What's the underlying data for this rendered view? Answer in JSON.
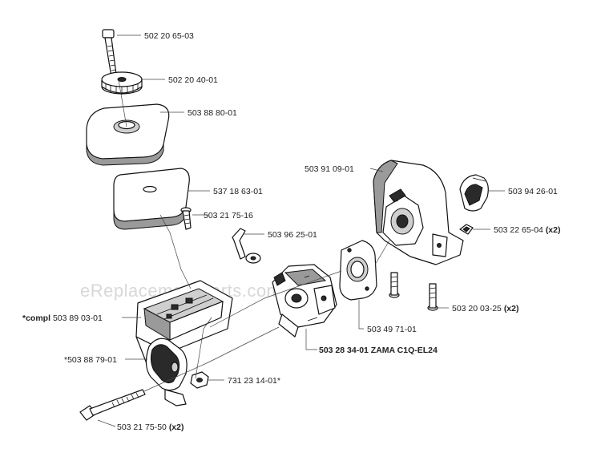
{
  "watermark": "eReplacementParts.com",
  "labels": {
    "bolt_top": "502 20 65-03",
    "knob": "502 20 40-01",
    "cover": "503 88 80-01",
    "filter": "537 18 63-01",
    "screw_small": "503 21 75-16",
    "linkage": "503 96 25-01",
    "air_box": "*compl 503 89 03-01",
    "choke": "*503 88 79-01",
    "nut": "731 23 14-01*",
    "long_bolt": "503 21 75-50",
    "long_bolt_qty": "(x2)",
    "carb": "503 28 34-01 ZAMA C1Q-EL24",
    "gasket": "503 49 71-01",
    "screw_right": "503 20 03-25",
    "screw_right_qty": "(x2)",
    "housing": "503 91 09-01",
    "sleeve": "503 94 26-01",
    "clip": "503 22 65-04",
    "clip_qty": "(x2)"
  }
}
